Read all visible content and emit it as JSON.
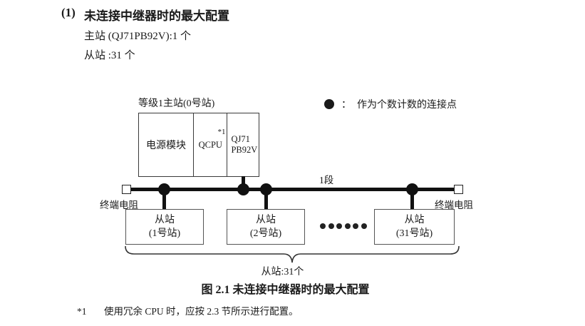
{
  "heading": {
    "number": "(1)",
    "title": "未连接中继器时的最大配置",
    "spec_lines": [
      "主站 (QJ71PB92V):1 个",
      "从站 :31 个"
    ]
  },
  "legend": {
    "marker_icon": "filled-circle-icon",
    "separator": "：",
    "text": "作为个数计数的连接点"
  },
  "diagram": {
    "master_label": "等级1主站(0号站)",
    "rack": {
      "power_module": "电源模块",
      "cpu_module": "QCPU",
      "cpu_footnote_marker": "*1",
      "network_module_line1": "QJ71",
      "network_module_line2": "PB92V"
    },
    "segment_label": "1段",
    "terminator_left_label": "终端电阻",
    "terminator_right_label": "终端电阻",
    "slaves": [
      {
        "name": "从站",
        "station": "(1号站)"
      },
      {
        "name": "从站",
        "station": "(2号站)"
      },
      {
        "name": "从站",
        "station": "(31号站)"
      }
    ],
    "ellipsis_dot_count": 6,
    "brace_label": "从站:31个",
    "node_count": 4
  },
  "figure_caption": "图 2.1  未连接中继器时的最大配置",
  "footnote": {
    "marker": "*1",
    "text": "使用冗余 CPU 时，应按 2.3 节所示进行配置。"
  },
  "colors": {
    "ink": "#1a1a1a",
    "line": "#111111",
    "box_border": "#555555",
    "page_background": "#ffffff"
  }
}
